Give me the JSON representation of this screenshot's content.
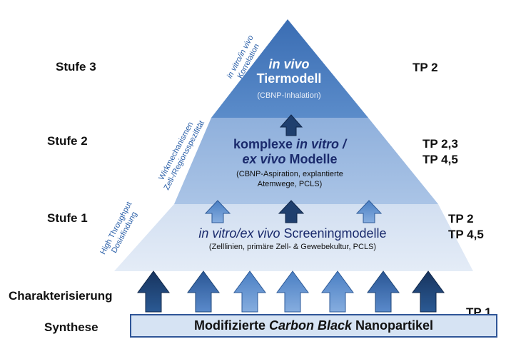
{
  "levels": {
    "stufe3": "Stufe 3",
    "stufe2": "Stufe 2",
    "stufe1": "Stufe 1",
    "charakterisierung": "Charakterisierung",
    "synthese": "Synthese"
  },
  "tp": {
    "tier3": "TP 2",
    "tier2_a": "TP 2,3",
    "tier2_b": "TP 4,5",
    "tier1_a": "TP 2",
    "tier1_b": "TP 4,5",
    "base": "TP 1"
  },
  "tiers": {
    "top": {
      "title_italic": "in vivo",
      "title": "Tiermodell",
      "sub": "(CBNP-Inhalation)"
    },
    "middle": {
      "l1_plain": "komplexe ",
      "l1_italic": "in vitro /",
      "l2_italic": "ex vivo",
      "l2_plain": " Modelle",
      "sub1": "(CBNP-Aspiration, explantierte",
      "sub2": "Atemwege, PCLS)"
    },
    "bottom": {
      "title_italic": "in vitro/ex vivo",
      "title_plain": " Screeningmodelle",
      "sub": "(Zelllinien, primäre Zell- & Gewebekultur, PCLS)"
    }
  },
  "side_labels": {
    "top_l1": "in vitro/in vivo",
    "top_l2": "Korrelation",
    "mid_l1": "Wirkmechanismen",
    "mid_l2": "Zell-/Regionsspezifität",
    "bot_l1": "High Throughput",
    "bot_l2": "Dosisfindung"
  },
  "base": {
    "plain1": "Modifizierte ",
    "italic": "Carbon Black",
    "plain2": " Nanopartikel"
  },
  "colors": {
    "tier_top": "#4f7fc1",
    "tier_mid": "#9cb9e0",
    "tier_bot": "#dbe6f4",
    "arrow_dark": "#1f3f6e",
    "arrow_mid": "#2e5a9a",
    "arrow_light": "#5b8fd0"
  }
}
